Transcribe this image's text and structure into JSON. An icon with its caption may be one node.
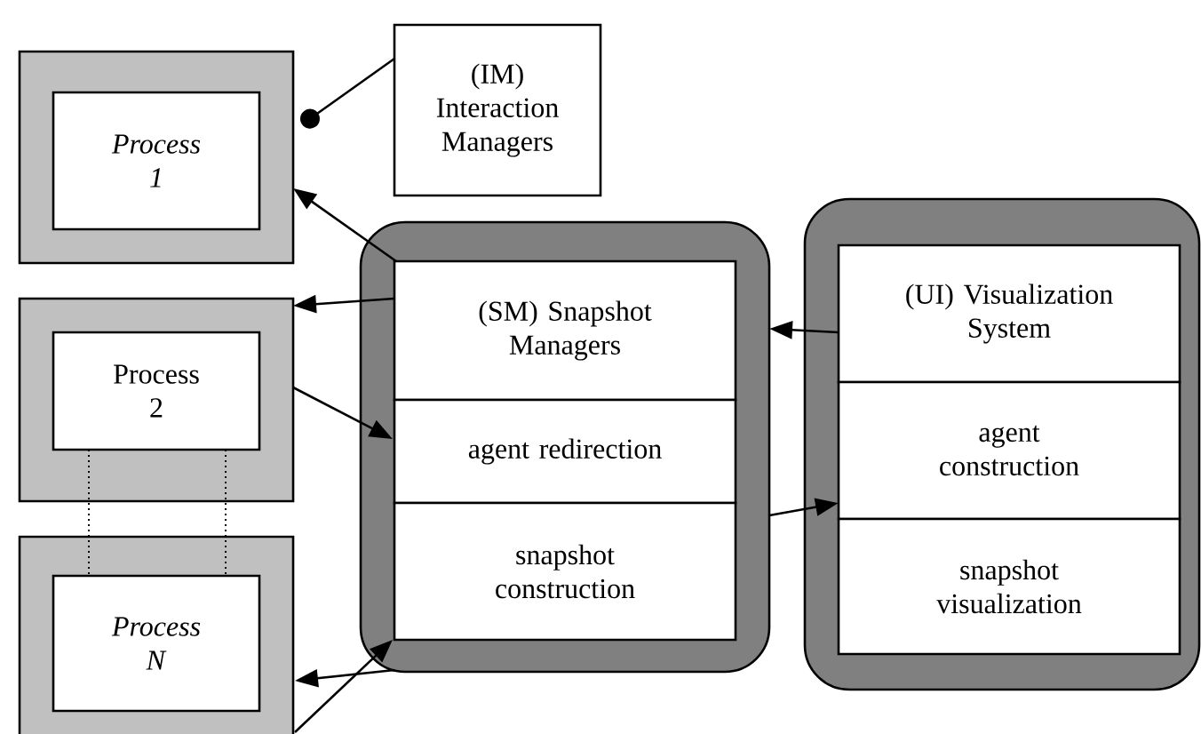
{
  "diagram": {
    "nodes": [
      {
        "text": [],
        "shape": "box"
      },
      {
        "text": [
          "*Process 1*"
        ],
        "in": 0
      },
      {
        "text": [
          "(IM) Interaction Managers"
        ]
      },
      {
        "text": [],
        "shape": "box"
      },
      {
        "text": [
          "Process 2"
        ],
        "in": 3
      },
      {
        "text": [],
        "shape": "box"
      },
      {
        "text": [
          "*Process N*"
        ],
        "in": 5
      },
      {
        "text": [],
        "shape": "box"
      },
      {
        "text": [
          "(SM) Snapshot Managers"
        ],
        "in": 7
      },
      {
        "text": [
          "agent redirection"
        ],
        "in": 7
      },
      {
        "text": [
          "snapshot construction"
        ],
        "in": 7
      },
      {
        "text": [],
        "shape": "box"
      },
      {
        "text": [
          "(UI) Visualization System"
        ],
        "in": 11
      },
      {
        "text": [
          "agent construction"
        ],
        "in": 11
      },
      {
        "text": [
          "snapshot visualization"
        ],
        "in": 11
      }
    ],
    "edges": [
      {
        "from": 2,
        "to": 0,
        "arrow": "other"
      },
      {
        "from": 8,
        "to": 0,
        "arrow": "to"
      },
      {
        "from": 8,
        "to": 3,
        "arrow": "to"
      },
      {
        "from": 3,
        "to": 9,
        "arrow": "to"
      },
      {
        "from": 10,
        "to": 5,
        "arrow": "to"
      },
      {
        "from": 5,
        "to": 10,
        "arrow": "to"
      },
      {
        "from": 12,
        "to": 7,
        "arrow": "to"
      },
      {
        "from": 7,
        "to": 13,
        "arrow": "to"
      },
      {
        "from": 4,
        "to": 6,
        "arrow": "none",
        "style": "dashed"
      },
      {
        "from": 4,
        "to": 6,
        "arrow": "none",
        "style": "dashed"
      }
    ]
  }
}
